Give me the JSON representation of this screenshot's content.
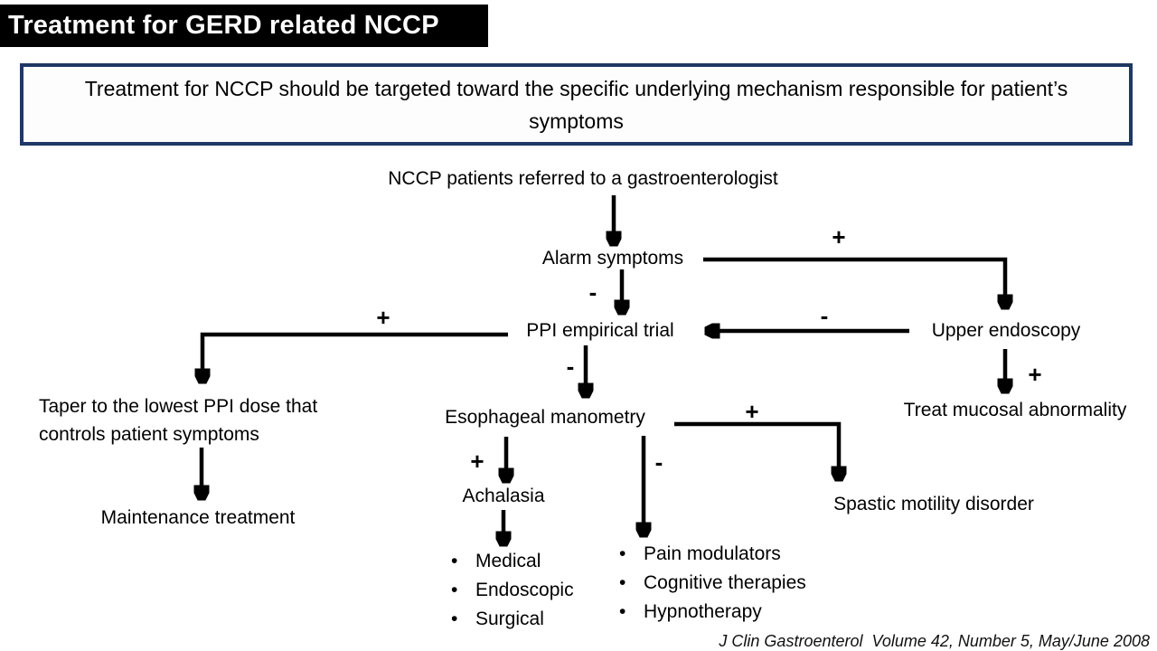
{
  "title": "Treatment for GERD related NCCP",
  "statement": "Treatment for NCCP should be targeted toward the specific underlying mechanism responsible for patient’s symptoms",
  "nodes": {
    "referral": "NCCP patients referred to a gastroenterologist",
    "alarm": "Alarm symptoms",
    "ppi": "PPI empirical trial",
    "endoscopy": "Upper endoscopy",
    "taper_line1": "Taper to the lowest PPI dose that",
    "taper_line2": "controls patient symptoms",
    "maintenance": "Maintenance treatment",
    "manometry": "Esophageal manometry",
    "treat_mucosal": "Treat mucosal abnormality",
    "achalasia": "Achalasia",
    "spastic": "Spastic motility disorder"
  },
  "signs": {
    "alarm_to_endoscopy": "+",
    "alarm_to_ppi": "-",
    "endoscopy_to_ppi": "-",
    "ppi_to_taper": "+",
    "ppi_to_manometry": "-",
    "endoscopy_to_treat": "+",
    "manometry_to_achalasia": "+",
    "manometry_to_pain": "-",
    "manometry_to_spastic": "+"
  },
  "lists": {
    "achalasia_options": [
      "Medical",
      "Endoscopic",
      "Surgical"
    ],
    "functional_options": [
      "Pain modulators",
      "Cognitive therapies",
      "Hypnotherapy"
    ]
  },
  "footer": "J Clin Gastroenterol  Volume 42, Number 5, May/June 2008",
  "colors": {
    "title_bg": "#000000",
    "title_text": "#ffffff",
    "statement_border": "#1f3864",
    "arrow": "#000000",
    "background": "#ffffff"
  }
}
